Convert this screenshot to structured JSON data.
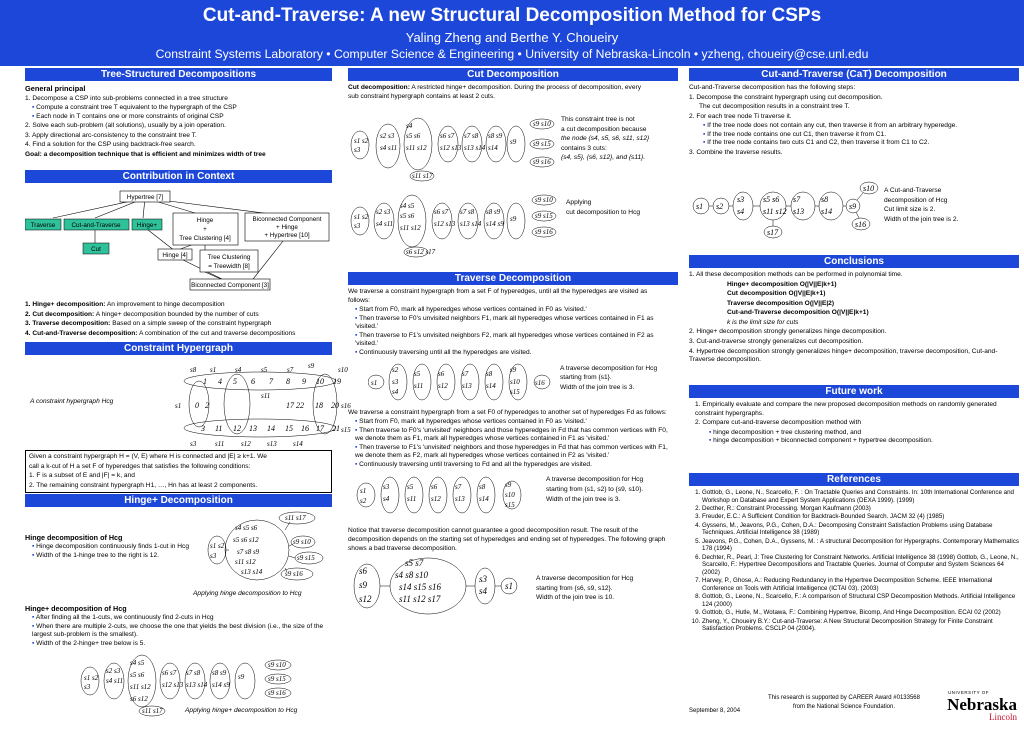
{
  "banner": {
    "title": "Cut-and-Traverse: A new Structural Decomposition Method for CSPs",
    "authors": "Yaling Zheng and Berthe Y. Choueiry",
    "affil": "Constraint Systems Laboratory • Computer Science & Engineering • University of Nebraska-Lincoln • yzheng, choueiry@cse.unl.edu"
  },
  "tree": {
    "heading": "Tree-Structured Decompositions",
    "gp": "General principal",
    "s1": "1. Decompose a CSP into sub-problems connected in a tree structure",
    "b1": "Compute a constraint tree T equivalent to the hypergraph of the CSP",
    "b2": "Each node in T contains one or more constraints of original CSP",
    "s2": "2. Solve each sub-problem (all solutions), usually by a join operation.",
    "s3": "3. Apply directional arc-consistency to the constraint tree T.",
    "s4": "4. Find a solution for the CSP using backtrack-free search.",
    "goal": "Goal: a decomposition technique that is efficient and minimizes width of tree"
  },
  "context": {
    "heading": "Contribution in Context",
    "n_hypertree": "Hypertree [7]",
    "n_traverse": "Traverse",
    "n_cat": "Cut-and-Traverse",
    "n_hingep": "Hinge+",
    "n_hingetc1": "Hinge",
    "n_hingetc2": "+",
    "n_hingetc3": "Tree Clustering [4]",
    "n_bicon1": "Biconnected Component",
    "n_bicon2": "+ Hinge",
    "n_bicon3": "+ Hypertree [10]",
    "n_cut": "Cut",
    "n_hinge": "Hinge [4]",
    "n_tc1": "Tree Clustering",
    "n_tc2": "= Treewidth [8]",
    "n_bc": "Biconnected Component [3]",
    "l1a": "1. Hinge+ decomposition:",
    "l1b": " An improvement to hinge decomposition",
    "l2a": "2. Cut decomposition:",
    "l2b": " A hinge+ decomposition bounded by the number of cuts",
    "l3a": "3. Traverse decomposition:",
    "l3b": " Based on a simple sweep of the constraint hypergraph",
    "l4a": "4. Cut-and-Traverse decomposition:",
    "l4b": " A combination of the cut and traverse decompositions"
  },
  "hyper": {
    "heading": "Constraint Hypergraph",
    "label": "A constraint hypergraph Hcg",
    "d1": "Given a constraint hypergraph H = (V, E) where H is connected and |E| ≥ k+1. We",
    "d2": "call a k-cut of H a set F of hyperedges that satisfies the following conditions:",
    "d3": "1. F is a subset of E and |F| = k, and",
    "d4": "2. The remaining constraint hypergraph H1, …, Hn has at least 2 components."
  },
  "hinge": {
    "heading": "Hinge+ Decomposition",
    "h1": "Hinge decomposition of Hcg",
    "b1": "Hinge decomposition continuously finds 1-cut in Hcg",
    "b2": "Width of the 1-hinge tree to the right is 12.",
    "cap1": "Applying hinge decomposition to Hcg",
    "h2": "Hinge+ decomposition of Hcg",
    "b3": "After finding all the 1-cuts, we continuously find 2-cuts in Hcg",
    "b4": "When there are multiple 2-cuts, we choose the one that yields the best division (i.e., the size of the largest sub-problem is the smallest).",
    "b5": "Width of the 2-hinge+ tree below is 5.",
    "cap2": "Applying hinge+ decomposition to Hcg"
  },
  "cut": {
    "heading": "Cut Decomposition",
    "defb": "Cut decomposition:",
    "def": " A restricted hinge+ decomposition. During the process of decomposition, every sub constraint hypergraph contains at least 2 cuts.",
    "n1": "This constraint tree is not",
    "n2": "a cut decomposition because",
    "n3": "the node {s4, s5, s6, s11, s12}",
    "n4": "contains 3 cuts:",
    "n5": "{s4, s5}, {s6, s12}, and {s11}.",
    "a1": "Applying",
    "a2": "cut decomposition to Hcg"
  },
  "trav": {
    "heading": "Traverse Decomposition",
    "p1": "We traverse a constraint hypergraph from a set F of hyperedges, until all the hyperedges are visited as follows:",
    "b1": "Start from F0, mark all hyperedges whose vertices contained in F0 as 'visited.'",
    "b2": "Then traverse to F0's unvisited neighbors F1, mark all hyperedges whose vertices contained in F1 as 'visited.'",
    "b3": "Then traverse to F1's unvisited neighbors F2, mark all hyperedges whose vertices contained in F2 as 'visited.'",
    "b4": "Continuously traversing until all the hyperedges are visited.",
    "c1a": "A traverse decomposition for Hcg",
    "c1b": "starting from {s1}.",
    "c1c": "Width of the join tree is 3.",
    "p2": "We traverse a constraint hypergraph from a set F0 of hyperedges to another set of hyperedges Fd as follows:",
    "b5": "Start from F0, mark all hyperedges whose vertices contained in F0 as 'visited.'",
    "b6": "Then traverse to F0's 'unvisited' neighbors and those hyperedges in Fd that has common vertices with F0, we denote them as F1, mark all hyperedges whose vertices contained in F1 as 'visited.'",
    "b7": "Then traverse to F1's 'unvisited' neighbors and those hyperedges in Fd that has common vertices with F1, we denote them as F2, mark all hyperedges whose vertices contained in F2 as 'visited.'",
    "b8": "Continuously traversing until traversing to Fd and all the hyperedges are visited.",
    "c2a": "A traverse decomposition for Hcg",
    "c2b": "starting from {s1, s2} to {s9, s10}.",
    "c2c": "Width of the join tree is 3.",
    "p3": "Notice that traverse decomposition cannot guarantee a good decomposition result. The result of the decomposition depends on the starting set of hyperedges and ending set of hyperedges. The following graph shows a bad traverse decomposition.",
    "c3a": "A traverse decomposition for Hcg",
    "c3b": "starting from {s6, s9, s12}.",
    "c3c": "Width of the join tree is 10."
  },
  "cat": {
    "heading": "Cut-and-Traverse (CaT) Decomposition",
    "p0": "Cut-and-Traverse decomposition has the following steps:",
    "s1": "1.  Decompose the constraint hypergraph using cut decomposition.",
    "s1b": "The cut decomposition results in a constraint tree T.",
    "s2": "2.  For each tree node Ti traverse it.",
    "b1": "If the tree node does not contain any cut, then traverse it from an arbitrary hyperedge.",
    "b2": "If the tree node contains one cut C1, then traverse it from C1.",
    "b3": "If the tree node contains two cuts C1 and C2, then traverse it from C1 to C2.",
    "s3": "3.  Combine the traverse results.",
    "c1": "A Cut-and-Traverse",
    "c2": "decomposition of Hcg",
    "c3": "Cut limit size is 2.",
    "c4": "Width of the join tree is 2."
  },
  "concl": {
    "heading": "Conclusions",
    "s1": "1. All these decomposition methods can be performed in polynomial time.",
    "m1": "Hinge+ decomposition O(|V||E|k+1)",
    "m2": "Cut decomposition O(|V||E|k+1)",
    "m3": "Traverse decomposition O(|V||E|2)",
    "m4": "Cut-and-Traverse decomposition O(|V||E|k+1)",
    "m5": "k is the limit size for cuts",
    "s2": "2. Hinge+ decomposition strongly generalizes hinge decomposition.",
    "s3": "3. Cut-and-traverse strongly generalizes cut decomposition.",
    "s4": "4. Hypertree decomposition strongly generalizes hinge+ decomposition, traverse decomposition, Cut-and-Traverse decomposition."
  },
  "future": {
    "heading": "Future work",
    "s1": "1. Empirically evaluate and compare the new proposed decomposition methods on randomly generated constraint hypergraphs.",
    "s2": "2. Compare cut-and-traverse decomposition method with",
    "b1": "hinge decomposition + tree clustering method, and",
    "b2": "hinge decomposition + biconnected component + hypertree decomposition."
  },
  "refs": {
    "heading": "References",
    "items": [
      "Gottlob, G., Leone, N., Scarcello, F. : On Tractable Queries and Constraints. In: 10th International Conference and Workshop on Database and Expert System Applications (DEXA 1999). (1999)",
      "Decther, R.: Constraint Processing. Morgan Kaufmann (2003)",
      "Freuder, E.C.: A Sufficient Condition for Backtrack-Bounded Search. JACM 32 (4) (1985)",
      "Gyssens, M., Jeavons, P.G., Cohen, D.A.: Decomposing Constraint Satisfaction Problems using Database Techniques. Artificial Intelligence 38 (1989)",
      "Jeavons, P.G., Cohen, D.A., Gyssens, M. : A structural Decomposition for Hypergraphs. Contemporary Mathematics 178 (1994)",
      "Dechter, R., Pearl, J: Tree Clustering for Constraint Networks. Artificial Intelligence 38 (1998) Gottlob, G., Leone, N., Scarcello, F.: Hypertree Decompositions and Tractable Queries. Journal of Computer and System Sciences 64 (2002)",
      "Harvey, P., Ghose, A.: Reducing Redundancy in the Hypertree Decomposition Scheme. IEEE International Conference on Tools with Artificial Intelligence (ICTAI 03). (2003)",
      "Gottlob, G., Leone, N., Scarcello, F.: A comparison of Structural CSP Decomposition Methods. Artificial Intelligence 124 (2000)",
      "Gottlob, G., Hutle, M., Wotawa, F.: Combining Hypertree, Bicomp, And Hinge Decomposition. ECAI 02 (2002)",
      "Zheng, Y., Choueiry B.Y.: Cut-and-Traverse: A New Structural Decomposition Strategy for Finite Constraint Satisfaction Problems. CSCLP 04 (2004)."
    ]
  },
  "footer": {
    "date": "September 8, 2004",
    "s1": "This research is supported by CAREER Award #0133568",
    "s2": "from the National Science Foundation.",
    "logo_small": "UNIVERSITY OF",
    "logo_big": "Nebraska",
    "logo_sub": "Lincoln"
  }
}
